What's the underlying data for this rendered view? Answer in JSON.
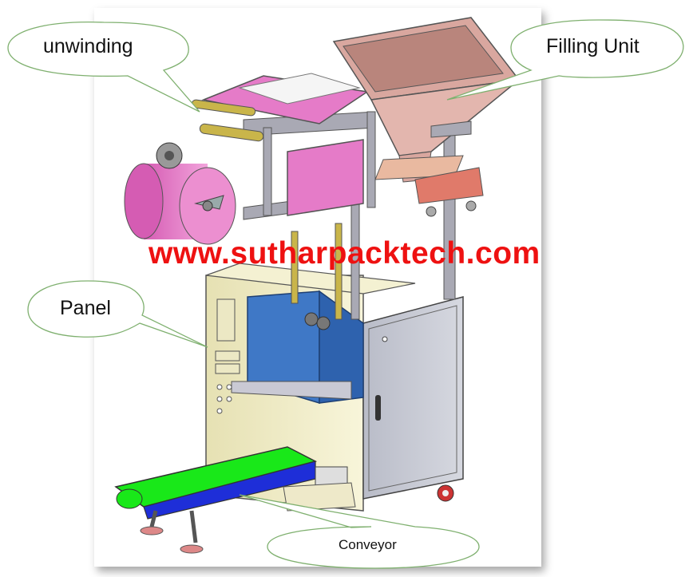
{
  "callouts": {
    "unwinding": "unwinding",
    "filling_unit": "Filling Unit",
    "panel": "Panel",
    "conveyor": "Conveyor"
  },
  "watermark": "www.sutharpacktech.com",
  "colors": {
    "callout_stroke": "#7fb06f",
    "watermark": "#ee1111",
    "film_roll": "#e57bc8",
    "hopper": "#d9a79f",
    "cabinet": "#f3efc8",
    "panel_door": "#3f78c6",
    "conveyor_belt": "#19e819",
    "frame_metal": "#a9a9b4"
  }
}
